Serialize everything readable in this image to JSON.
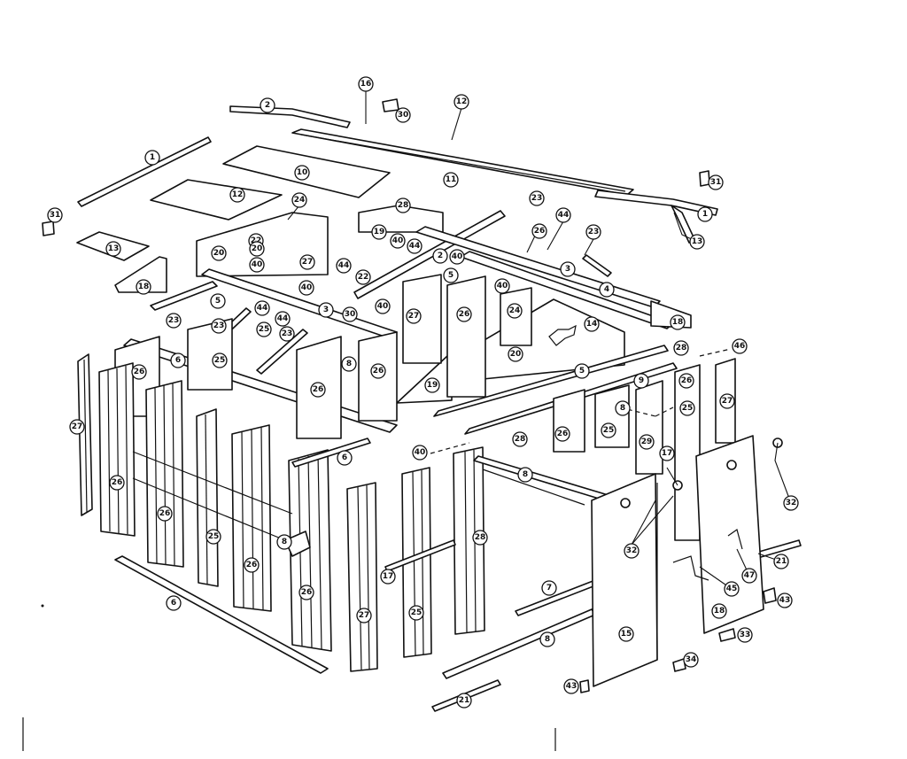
{
  "diagram": {
    "colors": {
      "ink": "#111111",
      "paper": "#ffffff"
    },
    "callouts": [
      {
        "id": "c1",
        "label": "16"
      },
      {
        "id": "c2",
        "label": "12"
      },
      {
        "id": "c3",
        "label": "2"
      },
      {
        "id": "c4",
        "label": "30"
      },
      {
        "id": "c5",
        "label": "1"
      },
      {
        "id": "c6",
        "label": "10"
      },
      {
        "id": "c7",
        "label": "11"
      },
      {
        "id": "c8",
        "label": "31"
      },
      {
        "id": "c9",
        "label": "12"
      },
      {
        "id": "c10",
        "label": "24"
      },
      {
        "id": "c11",
        "label": "1"
      },
      {
        "id": "c12",
        "label": "13"
      },
      {
        "id": "c13",
        "label": "31"
      },
      {
        "id": "c14",
        "label": "20"
      },
      {
        "id": "c15",
        "label": "28"
      },
      {
        "id": "c16",
        "label": "23"
      },
      {
        "id": "c17",
        "label": "44"
      },
      {
        "id": "c18",
        "label": "19"
      },
      {
        "id": "c19",
        "label": "40"
      },
      {
        "id": "c20",
        "label": "44"
      },
      {
        "id": "c21",
        "label": "26"
      },
      {
        "id": "c22",
        "label": "23"
      },
      {
        "id": "c23",
        "label": "13"
      },
      {
        "id": "c24",
        "label": "22"
      },
      {
        "id": "c25",
        "label": "20"
      },
      {
        "id": "c26",
        "label": "40"
      },
      {
        "id": "c27",
        "label": "27"
      },
      {
        "id": "c28",
        "label": "44"
      },
      {
        "id": "c29",
        "label": "2"
      },
      {
        "id": "c30",
        "label": "40"
      },
      {
        "id": "c31",
        "label": "3"
      },
      {
        "id": "c32",
        "label": "18"
      },
      {
        "id": "c33",
        "label": "22"
      },
      {
        "id": "c34",
        "label": "5"
      },
      {
        "id": "c35",
        "label": "40"
      },
      {
        "id": "c36",
        "label": "4"
      },
      {
        "id": "c37",
        "label": "5"
      },
      {
        "id": "c38",
        "label": "40"
      },
      {
        "id": "c39",
        "label": "44"
      },
      {
        "id": "c40",
        "label": "23"
      },
      {
        "id": "c41",
        "label": "3"
      },
      {
        "id": "c42",
        "label": "30"
      },
      {
        "id": "c43",
        "label": "40"
      },
      {
        "id": "c44",
        "label": "27"
      },
      {
        "id": "c45",
        "label": "26"
      },
      {
        "id": "c46",
        "label": "24"
      },
      {
        "id": "c47",
        "label": "18"
      },
      {
        "id": "c48",
        "label": "44"
      },
      {
        "id": "c49",
        "label": "23"
      },
      {
        "id": "c50",
        "label": "25"
      },
      {
        "id": "c51",
        "label": "23"
      },
      {
        "id": "c52",
        "label": "25"
      },
      {
        "id": "c53",
        "label": "14"
      },
      {
        "id": "c54",
        "label": "6"
      },
      {
        "id": "c55",
        "label": "26"
      },
      {
        "id": "c56",
        "label": "8"
      },
      {
        "id": "c57",
        "label": "26"
      },
      {
        "id": "c58",
        "label": "26"
      },
      {
        "id": "c59",
        "label": "20"
      },
      {
        "id": "c60",
        "label": "28"
      },
      {
        "id": "c61",
        "label": "46"
      },
      {
        "id": "c62",
        "label": "5"
      },
      {
        "id": "c63",
        "label": "19"
      },
      {
        "id": "c64",
        "label": "9"
      },
      {
        "id": "c65",
        "label": "27"
      },
      {
        "id": "c66",
        "label": "27"
      },
      {
        "id": "c67",
        "label": "8"
      },
      {
        "id": "c68",
        "label": "25"
      },
      {
        "id": "c69",
        "label": "26"
      },
      {
        "id": "c70",
        "label": "25"
      },
      {
        "id": "c71",
        "label": "26"
      },
      {
        "id": "c72",
        "label": "28"
      },
      {
        "id": "c73",
        "label": "29"
      },
      {
        "id": "c74",
        "label": "17"
      },
      {
        "id": "c75",
        "label": "6"
      },
      {
        "id": "c76",
        "label": "40"
      },
      {
        "id": "c77",
        "label": "26"
      },
      {
        "id": "c78",
        "label": "8"
      },
      {
        "id": "c79",
        "label": "32"
      },
      {
        "id": "c80",
        "label": "26"
      },
      {
        "id": "c81",
        "label": "25"
      },
      {
        "id": "c82",
        "label": "26"
      },
      {
        "id": "c83",
        "label": "32"
      },
      {
        "id": "c84",
        "label": "28"
      },
      {
        "id": "c85",
        "label": "8"
      },
      {
        "id": "c86",
        "label": "21"
      },
      {
        "id": "c87",
        "label": "17"
      },
      {
        "id": "c88",
        "label": "26"
      },
      {
        "id": "c89",
        "label": "7"
      },
      {
        "id": "c90",
        "label": "45"
      },
      {
        "id": "c91",
        "label": "47"
      },
      {
        "id": "c92",
        "label": "43"
      },
      {
        "id": "c93",
        "label": "6"
      },
      {
        "id": "c94",
        "label": "27"
      },
      {
        "id": "c95",
        "label": "25"
      },
      {
        "id": "c96",
        "label": "18"
      },
      {
        "id": "c97",
        "label": "15"
      },
      {
        "id": "c98",
        "label": "33"
      },
      {
        "id": "c99",
        "label": "8"
      },
      {
        "id": "c100",
        "label": "34"
      },
      {
        "id": "c101",
        "label": "43"
      },
      {
        "id": "c102",
        "label": "21"
      }
    ]
  }
}
